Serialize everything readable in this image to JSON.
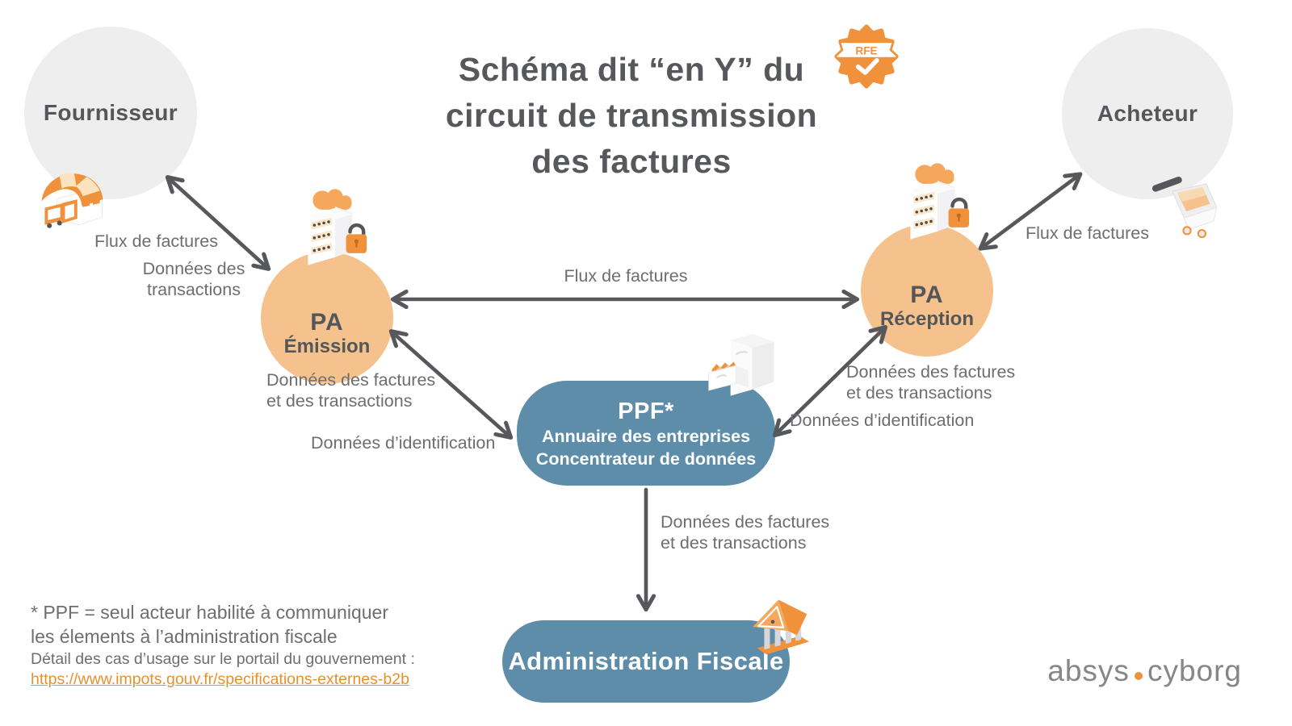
{
  "title": {
    "text": "Schéma dit “en Y” du\ncircuit de transmission\ndes factures",
    "badge_label": "RFE"
  },
  "nodes": {
    "fournisseur": {
      "label": "Fournisseur"
    },
    "acheteur": {
      "label": "Acheteur"
    },
    "pa_emission": {
      "acronym": "PA",
      "name": "Émission"
    },
    "pa_reception": {
      "acronym": "PA",
      "name": "Réception"
    },
    "ppf": {
      "acronym": "PPF*",
      "line2": "Annuaire des entreprises",
      "line3": "Concentrateur de données"
    },
    "administration_fiscale": {
      "label": "Administration Fiscale"
    }
  },
  "edge_labels": {
    "fournisseur_flux": "Flux de factures",
    "fournisseur_donnees": "Données des\ntransactions",
    "pa_horizontal_flux": "Flux de factures",
    "acheteur_flux": "Flux de factures",
    "emission_ppf_donnees": "Données des factures\net des transactions",
    "emission_ppf_identification": "Données d’identification",
    "reception_ppf_donnees": "Données des factures\net des transactions",
    "reception_ppf_identification": "Données d’identification",
    "ppf_administration_donnees": "Données des factures\net des transactions"
  },
  "footnote": {
    "asterisk_note": "* PPF = seul acteur habilité à communiquer\nles élements à l’administration fiscale",
    "detail_text": "Détail des cas d’usage sur le portail du gouvernement :",
    "link": "https://www.impots.gouv.fr/specifications-externes-b2b"
  },
  "logo": {
    "part1": "absys",
    "part2": "cyborg"
  },
  "colors": {
    "accent_orange": "#F0913B",
    "light_orange": "#F5C28E",
    "cream": "#FBE3C0",
    "node_blue": "#5E8DA9",
    "circle_gray": "#EEEEEF",
    "text_dark": "#55565A",
    "text_gray": "#6D6E71",
    "link_orange": "#E8912C",
    "logo_gray": "#85868A"
  }
}
